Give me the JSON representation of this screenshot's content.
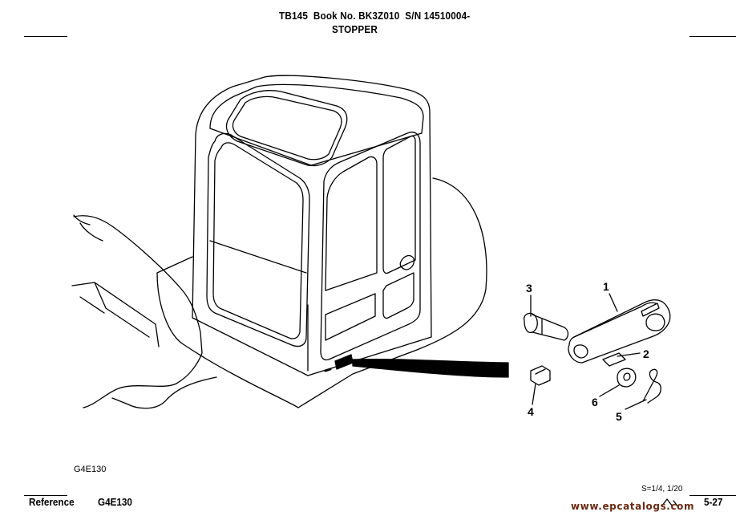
{
  "header": {
    "line1": "TB145  Book No. BK3Z010  S/N 14510004-",
    "line2": "STOPPER"
  },
  "figure": {
    "code": "G4E130",
    "scale": "S=1/4, 1/20",
    "callouts": [
      "1",
      "2",
      "3",
      "4",
      "5",
      "6"
    ]
  },
  "footer": {
    "reference_label": "Reference",
    "reference_code": "G4E130",
    "page": "5-27",
    "watermark": "www.epcatalogs.com"
  }
}
